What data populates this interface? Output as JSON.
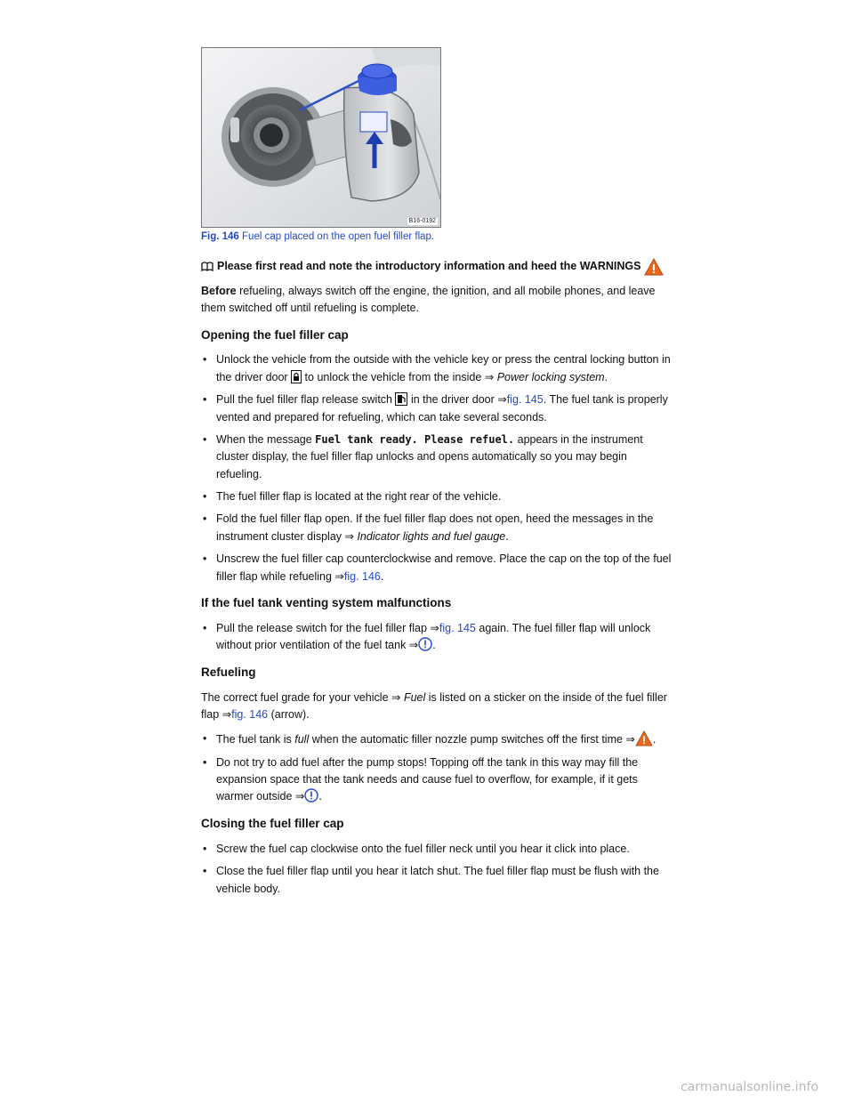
{
  "figure": {
    "code": "B16-0192",
    "caption_label": "Fig. 146",
    "caption_text": "Fuel cap placed on the open fuel filler flap."
  },
  "intro": {
    "text": "Please first read and note the introductory information and heed the WARNINGS"
  },
  "before_para": {
    "bold": "Before",
    "text": " refueling, always switch off the engine, the ignition, and all mobile phones, and leave them switched off until refueling is complete."
  },
  "sections": {
    "opening": {
      "heading": "Opening the fuel filler cap",
      "b1": {
        "t1": "Unlock the vehicle from the outside with the vehicle key or press the central locking button in the driver door ",
        "t2": " to unlock the vehicle from the inside ⇒ ",
        "ref": "Power locking system",
        "t3": "."
      },
      "b2": {
        "t1": "Pull the fuel filler flap release switch ",
        "t2": " in the driver door ⇒",
        "link": "fig. 145",
        "t3": ". The fuel tank is properly vented and prepared for refueling, which can take several seconds."
      },
      "b3": {
        "t1": "When the message ",
        "msg": "Fuel tank ready. Please refuel.",
        "t2": " appears in the instrument cluster display, the fuel filler flap unlocks and opens automatically so you may begin refueling."
      },
      "b4": {
        "t1": "The fuel filler flap is located at the right rear of the vehicle."
      },
      "b5": {
        "t1": "Fold the fuel filler flap open. If the fuel filler flap does not open, heed the messages in the instrument cluster display ⇒ ",
        "ref": "Indicator lights and fuel gauge",
        "t2": "."
      },
      "b6": {
        "t1": "Unscrew the fuel filler cap counterclockwise and remove. Place the cap on the top of the fuel filler flap while refueling ⇒",
        "link": "fig. 146",
        "t2": "."
      }
    },
    "venting": {
      "heading": "If the fuel tank venting system malfunctions",
      "b1": {
        "t1": "Pull the release switch for the fuel filler flap ⇒",
        "link": "fig. 145",
        "t2": " again. The fuel filler flap will unlock without prior ventilation of the fuel tank ⇒",
        "t3": "."
      }
    },
    "refueling": {
      "heading": "Refueling",
      "para": {
        "t1": "The correct fuel grade for your vehicle ⇒ ",
        "ref": "Fuel",
        "t2": " is listed on a sticker on the inside of the fuel filler flap ⇒",
        "link": "fig. 146",
        "t3": " (arrow)."
      },
      "b1": {
        "t1": "The fuel tank is ",
        "em": "full",
        "t2": " when the automatic filler nozzle pump switches off the first time ⇒",
        "t3": "."
      },
      "b2": {
        "t1": "Do not try to add fuel after the pump stops! Topping off the tank in this way may fill the expansion space that the tank needs and cause fuel to overflow, for example, if it gets warmer outside ⇒",
        "t2": "."
      }
    },
    "closing": {
      "heading": "Closing the fuel filler cap",
      "b1": {
        "t1": "Screw the fuel cap clockwise onto the fuel filler neck until you hear it click into place."
      },
      "b2": {
        "t1": "Close the fuel filler flap until you hear it latch shut. The fuel filler flap must be flush with the vehicle body."
      }
    }
  },
  "watermark": "carmanualsonline.info",
  "colors": {
    "link": "#2449c8",
    "warning": "#e8691e",
    "note": "#2449c8"
  }
}
